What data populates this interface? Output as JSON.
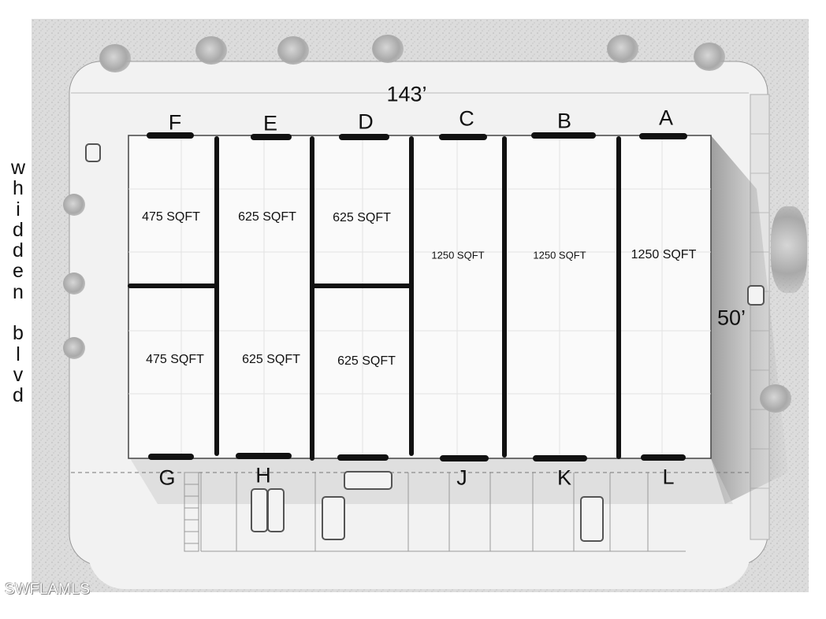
{
  "road_name_letters": [
    "w",
    "h",
    "i",
    "d",
    "d",
    "e",
    "n",
    "",
    "b",
    "l",
    "v",
    "d"
  ],
  "dimensions": {
    "width": "143’",
    "depth": "50’"
  },
  "top_doors": [
    "F",
    "E",
    "D",
    "C",
    "B",
    "A"
  ],
  "bottom_doors": [
    "G",
    "H",
    "J",
    "K",
    "L"
  ],
  "unit_areas": {
    "f_upper": "475 SQFT",
    "f_lower": "475 SQFT",
    "e_upper": "625 SQFT",
    "e_lower": "625 SQFT",
    "d_upper": "625 SQFT",
    "d_lower": "625 SQFT",
    "c": "1250 SQFT",
    "b": "1250 SQFT",
    "a": "1250 SQFT"
  },
  "watermark": "SWFLAMLS",
  "colors": {
    "wall": "#111111",
    "building": "#fafafa",
    "lot": "#ececec",
    "grass": "#d9d9d9"
  }
}
